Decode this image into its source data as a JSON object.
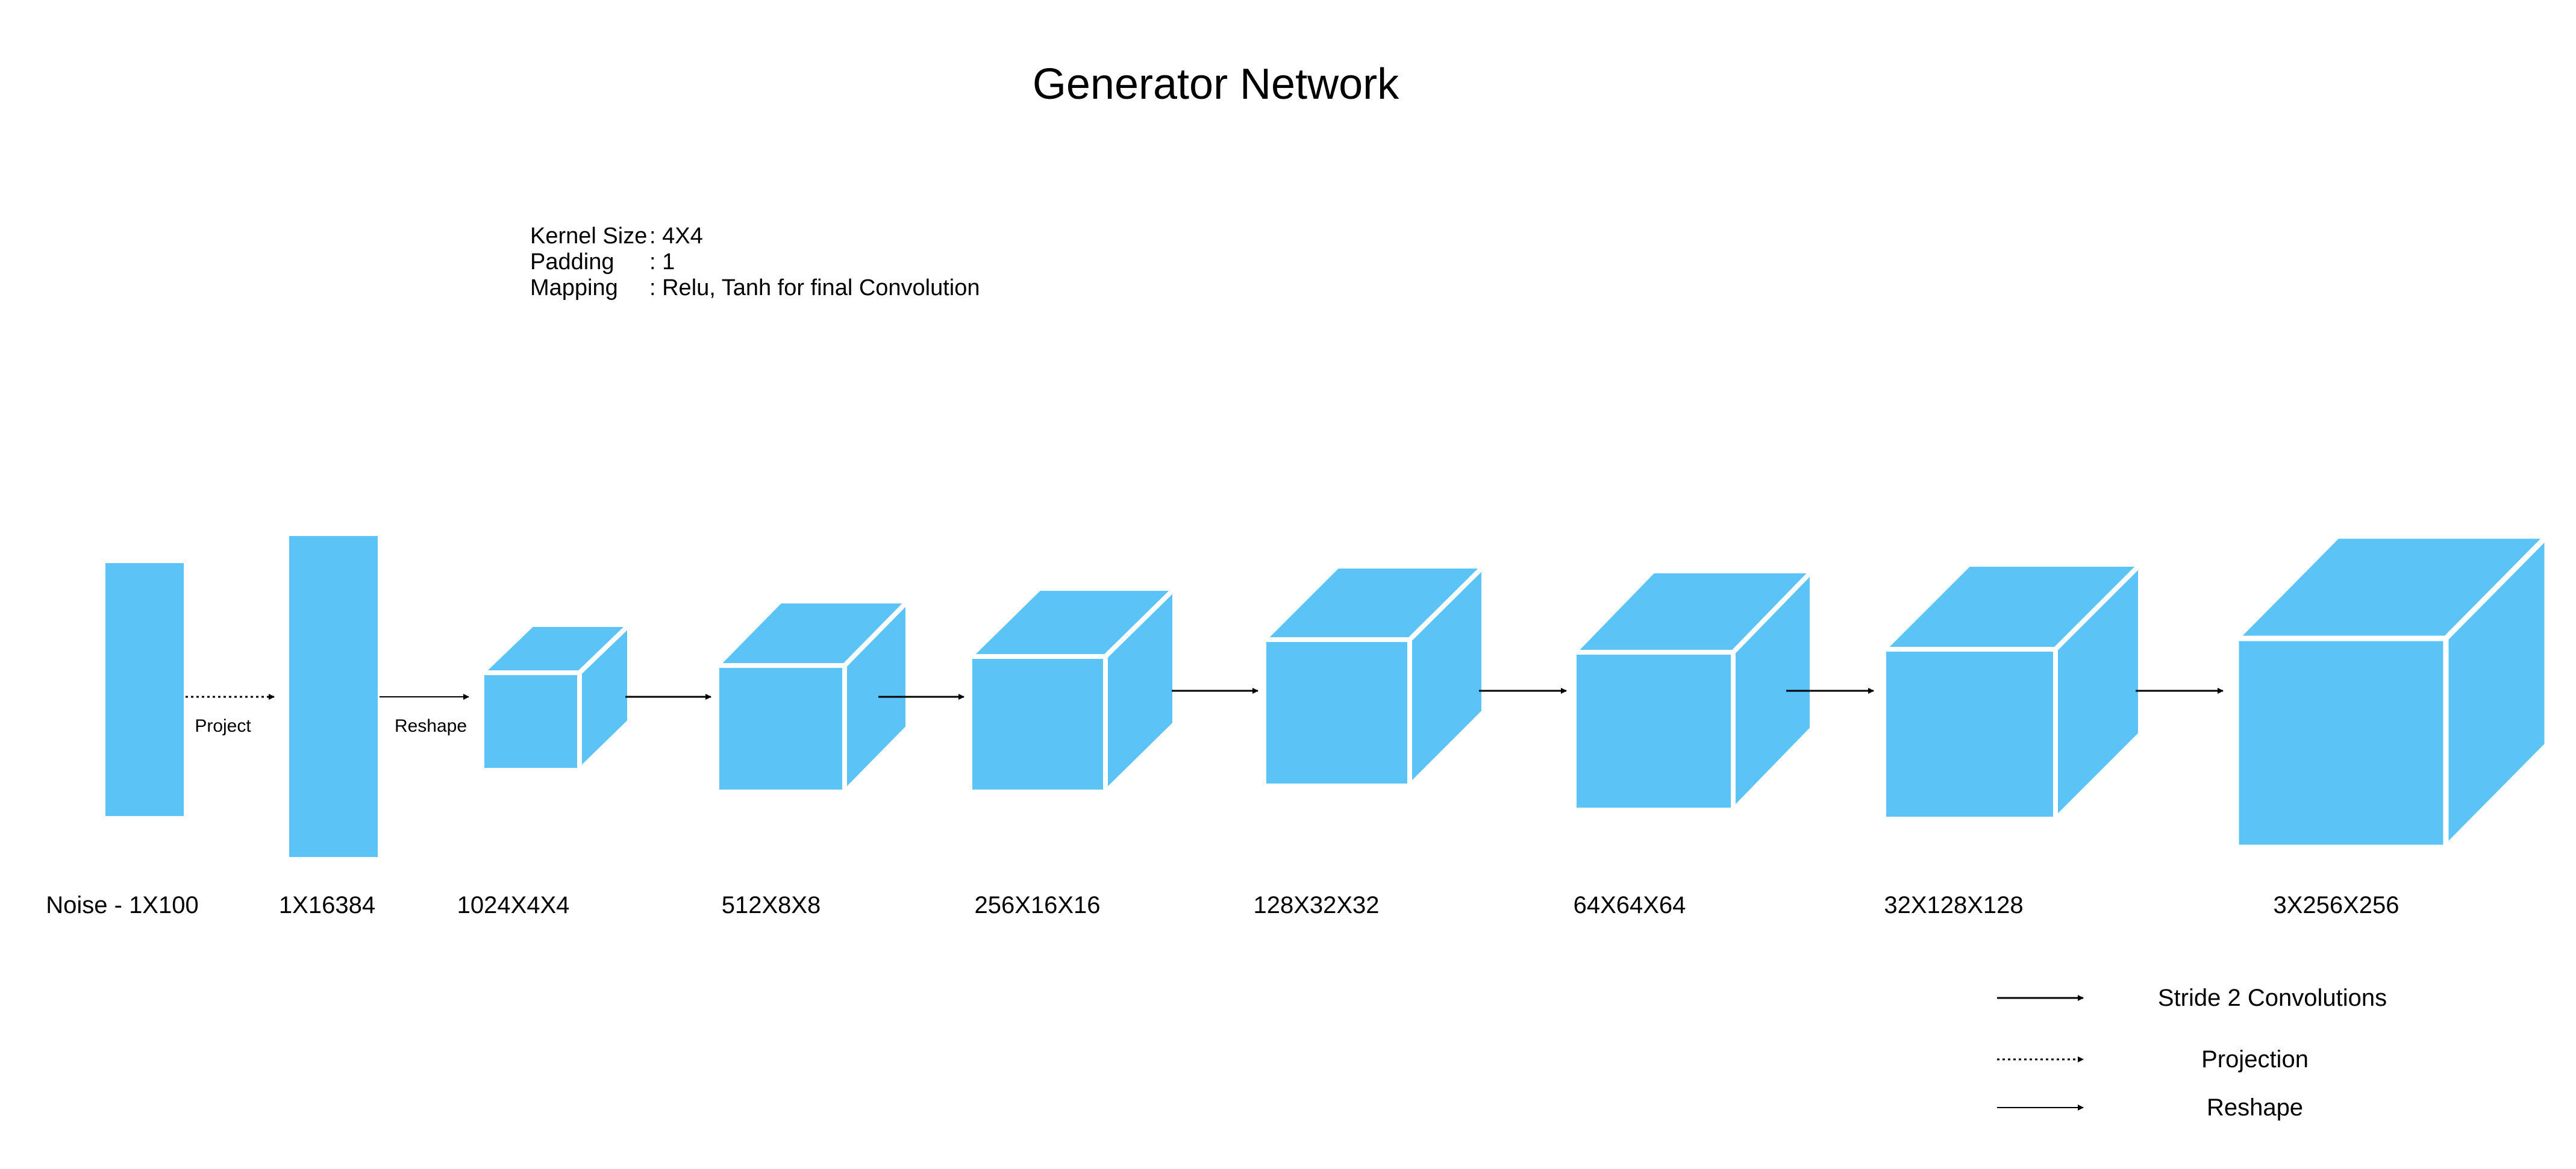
{
  "title": "Generator Network",
  "params": {
    "kernel_label": "Kernel Size",
    "kernel_value": ": 4X4",
    "padding_label": "Padding",
    "padding_value": ": 1",
    "mapping_label": "Mapping",
    "mapping_value": ": Relu, Tanh for final Convolution"
  },
  "layers": {
    "noise": "Noise - 1X100",
    "projected": "1X16384",
    "l1": "1024X4X4",
    "l2": "512X8X8",
    "l3": "256X16X16",
    "l4": "128X32X32",
    "l5": "64X64X64",
    "l6": "32X128X128",
    "l7": "3X256X256"
  },
  "edges": {
    "project": "Project",
    "reshape": "Reshape"
  },
  "legend": {
    "stride": "Stride 2 Convolutions",
    "projection": "Projection",
    "reshape": "Reshape"
  },
  "colors": {
    "block": "#5BC3F5",
    "edge": "#ffffff",
    "arrow": "#000000"
  }
}
